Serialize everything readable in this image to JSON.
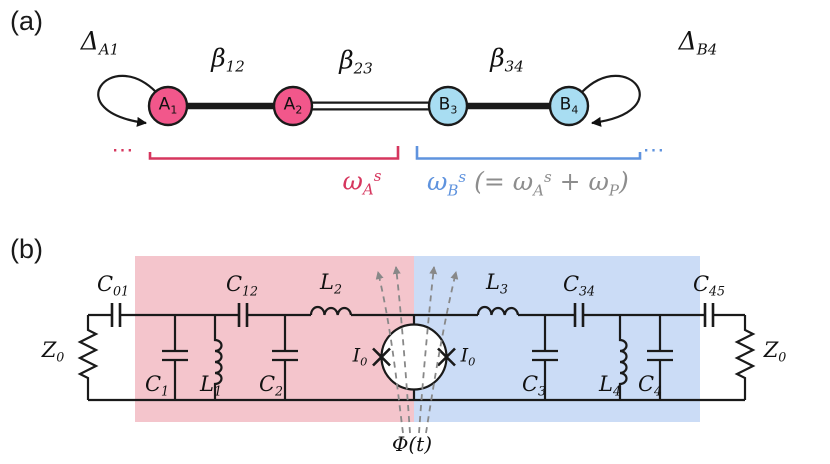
{
  "figure": {
    "panel_a_label": "(a)",
    "panel_b_label": "(b)"
  },
  "panel_a": {
    "nodes": [
      {
        "base": "A",
        "sub": "1"
      },
      {
        "base": "A",
        "sub": "2"
      },
      {
        "base": "B",
        "sub": "3"
      },
      {
        "base": "B",
        "sub": "4"
      }
    ],
    "couplings": [
      {
        "base": "β",
        "sub": "12"
      },
      {
        "base": "β",
        "sub": "23"
      },
      {
        "base": "β",
        "sub": "34"
      }
    ],
    "detuning_left": {
      "base": "Δ",
      "sub": "A1"
    },
    "detuning_right": {
      "base": "Δ",
      "sub": "B4"
    },
    "ellipsis_left": "⋯",
    "ellipsis_right": "⋯",
    "freq_a": {
      "base": "ω",
      "sub": "A",
      "sup": "s"
    },
    "freq_b": {
      "base": "ω",
      "sub": "B",
      "sup": "s"
    },
    "freq_b_note": {
      "open": "(= ",
      "w1": "ω",
      "w1sub": "A",
      "w1sup": "s",
      "plus": " + ",
      "w2": "ω",
      "w2sub": "P",
      "close": ")"
    }
  },
  "panel_b": {
    "impedance_left": {
      "base": "Z",
      "sub": "0"
    },
    "impedance_right": {
      "base": "Z",
      "sub": "0"
    },
    "cap_01": {
      "base": "C",
      "sub": "01"
    },
    "cap_12": {
      "base": "C",
      "sub": "12"
    },
    "ind_2": {
      "base": "L",
      "sub": "2"
    },
    "ind_3": {
      "base": "L",
      "sub": "3"
    },
    "cap_34": {
      "base": "C",
      "sub": "34"
    },
    "cap_45": {
      "base": "C",
      "sub": "45"
    },
    "cap_1": {
      "base": "C",
      "sub": "1"
    },
    "ind_1": {
      "base": "L",
      "sub": "1"
    },
    "cap_2": {
      "base": "C",
      "sub": "2"
    },
    "cap_3": {
      "base": "C",
      "sub": "3"
    },
    "ind_4": {
      "base": "L",
      "sub": "4"
    },
    "cap_4": {
      "base": "C",
      "sub": "4"
    },
    "junction_left": {
      "base": "I",
      "sub": "0"
    },
    "junction_right": {
      "base": "I",
      "sub": "0"
    },
    "flux": "Φ(t)"
  },
  "colors": {
    "node-pink": "#f2578b",
    "node-blue": "#a8ddf2",
    "region-pink": "#f4c5cc",
    "region-blue": "#cbdcf6",
    "accent-red": "#d6365e",
    "accent-blue": "#5f93de",
    "note-gray": "#8d8d8d",
    "flux-gray": "#888888",
    "line-black": "#1a1a1a"
  }
}
